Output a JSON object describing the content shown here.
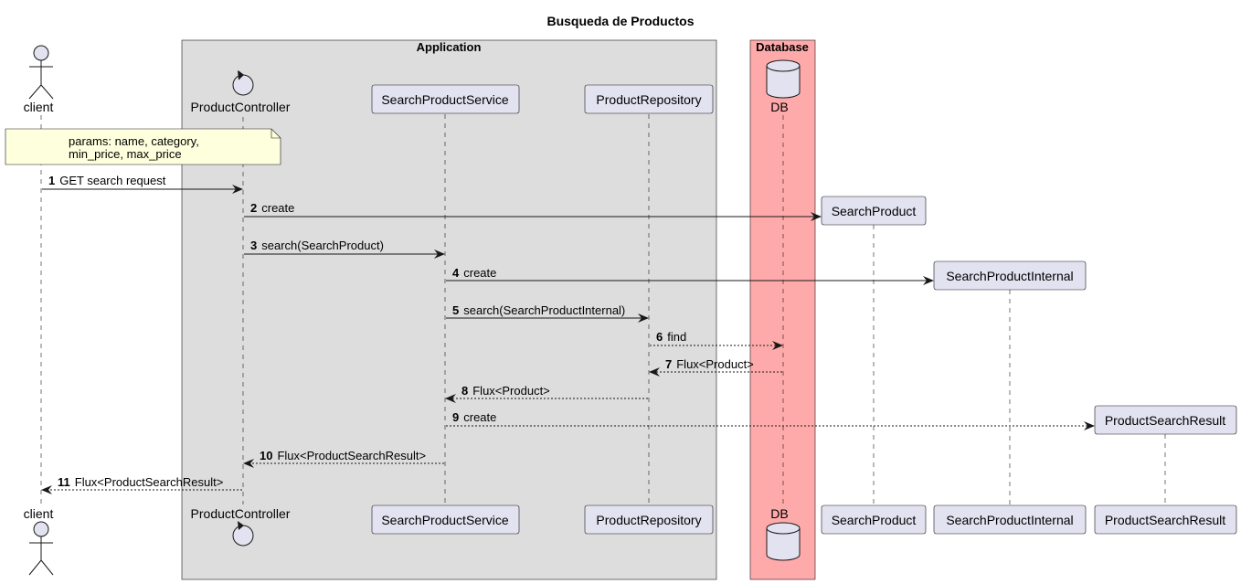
{
  "title": "Busqueda de Productos",
  "colors": {
    "box_fill": "#E2E2F0",
    "box_stroke": "#181818",
    "application_box": "#DDDDDD",
    "database_box": "#FFAAAA",
    "note_fill": "#FEFFDD",
    "actor_fill": "#E2E2F0"
  },
  "boxes": {
    "application": "Application",
    "database": "Database"
  },
  "participants": {
    "client": "client",
    "product_controller": "ProductController",
    "search_product_service": "SearchProductService",
    "product_repository": "ProductRepository",
    "db": "DB",
    "search_product": "SearchProduct",
    "search_product_internal": "SearchProductInternal",
    "product_search_result": "ProductSearchResult"
  },
  "participant_shapes": {
    "client": "actor-icon",
    "product_controller": "control-icon",
    "db": "database-icon"
  },
  "note": {
    "line1": "params: name, category,",
    "line2": "min_price, max_price"
  },
  "messages": [
    {
      "num": "1",
      "text": "GET search request",
      "style": "solid"
    },
    {
      "num": "2",
      "text": "create",
      "style": "solid"
    },
    {
      "num": "3",
      "text": "search(SearchProduct)",
      "style": "solid"
    },
    {
      "num": "4",
      "text": "create",
      "style": "solid"
    },
    {
      "num": "5",
      "text": "search(SearchProductInternal)",
      "style": "solid"
    },
    {
      "num": "6",
      "text": "find",
      "style": "dashed"
    },
    {
      "num": "7",
      "text": "Flux<Product>",
      "style": "dashed"
    },
    {
      "num": "8",
      "text": "Flux<Product>",
      "style": "dashed"
    },
    {
      "num": "9",
      "text": "create",
      "style": "dashed"
    },
    {
      "num": "10",
      "text": "Flux<ProductSearchResult>",
      "style": "dashed"
    },
    {
      "num": "11",
      "text": "Flux<ProductSearchResult>",
      "style": "dashed"
    }
  ]
}
